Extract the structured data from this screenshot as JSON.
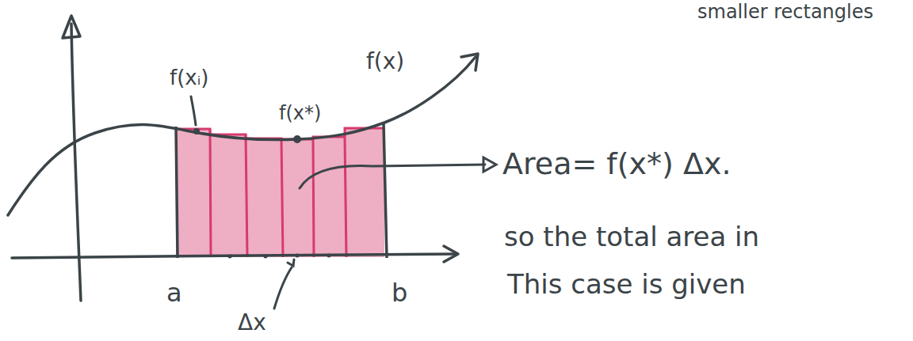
{
  "diagram": {
    "labels": [
      "smaller rectangles",
      "f(xᵢ)",
      "f(x*)",
      "f(x)",
      "Area= f(x*) Δx.",
      "so the total area in",
      "This case is given",
      "a",
      "b",
      "Δx"
    ]
  }
}
